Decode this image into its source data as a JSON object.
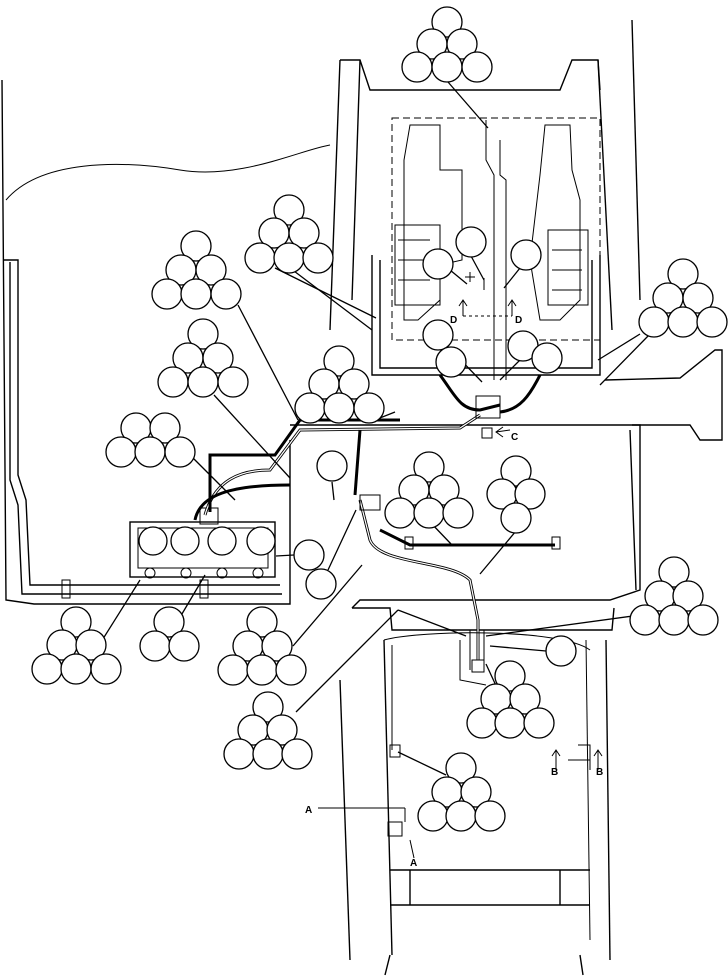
{
  "section_labels": {
    "a_top": "A",
    "a_bottom": "A",
    "b_left": "B",
    "b_right": "B",
    "c": "C",
    "d_left": "D",
    "d_right": "D"
  }
}
